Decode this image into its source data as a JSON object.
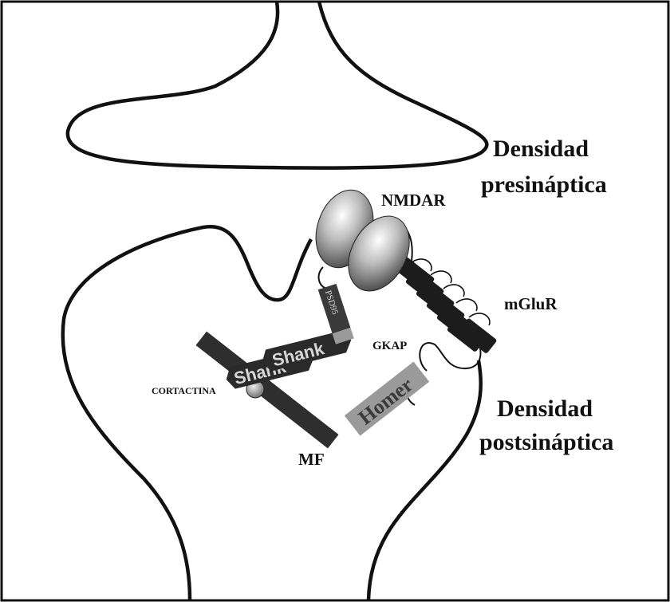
{
  "labels": {
    "presynaptic_line1": "Densidad",
    "presynaptic_line2": "presináptica",
    "postsynaptic_line1": "Densidad",
    "postsynaptic_line2": "postsináptica",
    "nmdar": "NMDAR",
    "mglur": "mGluR",
    "gkap": "GKAP",
    "psd95": "PSD95",
    "shank_top": "Shank",
    "shank_bottom": "Shank",
    "cortactina": "CORTACTINA",
    "homer": "Homer",
    "mf": "MF"
  },
  "colors": {
    "outline": "#111111",
    "receptor_dark": "#1c1c1c",
    "shank_dark": "#2a2a2a",
    "homer_gray": "#9a9a9a",
    "psd95_gray": "#3a3a3a",
    "actin_filament": "#2e2e2e"
  }
}
